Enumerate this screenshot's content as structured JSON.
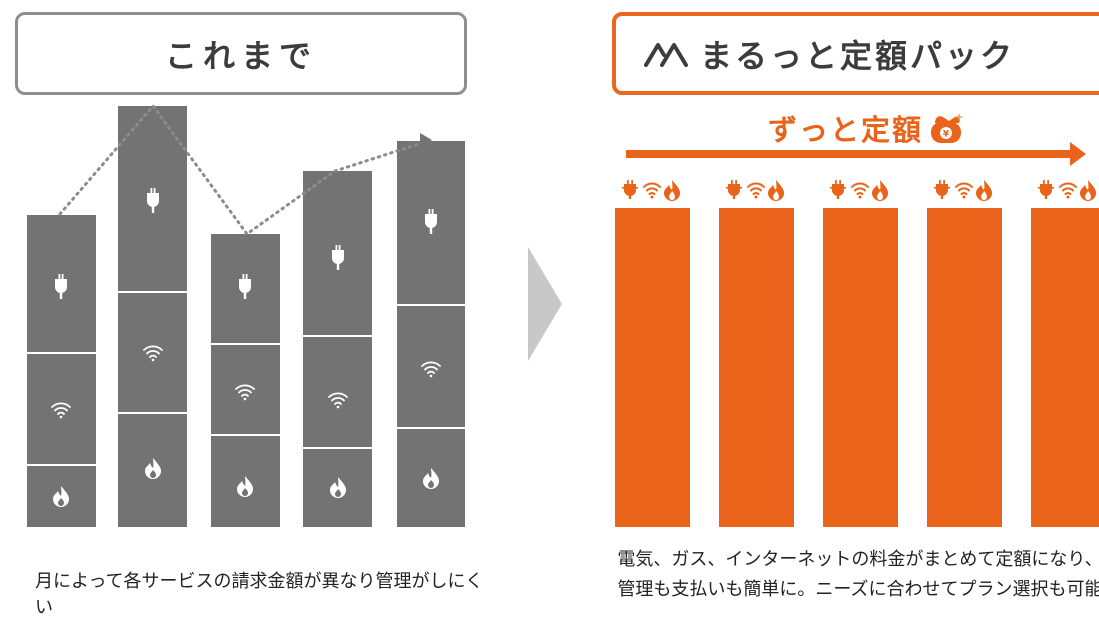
{
  "left_panel": {
    "title": "これまで",
    "caption": "月によって各サービスの請求金額が異なり管理がしにくい"
  },
  "right_panel": {
    "brand_mark": "ꟿ",
    "title": "まるっと定額パック",
    "banner": "ずっと定額",
    "caption_line1": "電気、ガス、インターネットの料金がまとめて定額になり、",
    "caption_line2": "管理も支払いも簡単に。ニーズに合わせてプラン選択も可能"
  },
  "colors": {
    "accent": "#e9641a",
    "bar_gray": "#737373",
    "divider_gray": "#c8c8c8",
    "text": "#222222"
  },
  "icons": [
    "plug-icon",
    "wifi-icon",
    "flame-icon",
    "wallet-icon",
    "arrow-right-icon",
    "chevron-right-icon"
  ]
}
